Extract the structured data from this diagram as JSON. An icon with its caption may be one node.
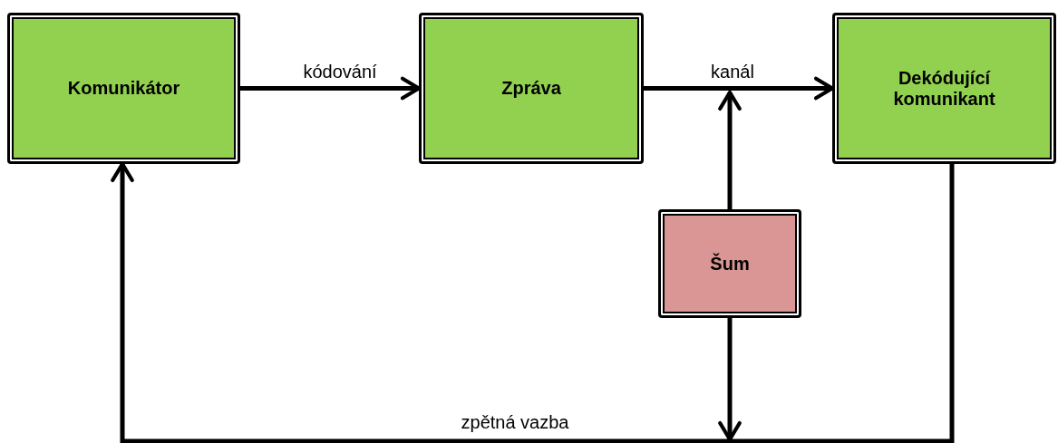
{
  "diagram": {
    "nodes": [
      {
        "text": [
          "Komunikátor"
        ]
      },
      {
        "text": [
          "Zpráva"
        ]
      },
      {
        "text": [
          "Dekódující komunikant"
        ]
      },
      {
        "text": [
          "Šum"
        ]
      }
    ],
    "edges": [
      {
        "from": 0,
        "to": 1,
        "arrow": "to",
        "label": "kódování"
      },
      {
        "from": 1,
        "to": 2,
        "arrow": "to",
        "label": "kanál"
      },
      {
        "from": 3,
        "to": null,
        "arrow": "to"
      },
      {
        "from": 3,
        "to": null,
        "arrow": "to"
      },
      {
        "from": 2,
        "to": 0,
        "arrow": "to",
        "label": "zpětná vazba"
      }
    ]
  }
}
